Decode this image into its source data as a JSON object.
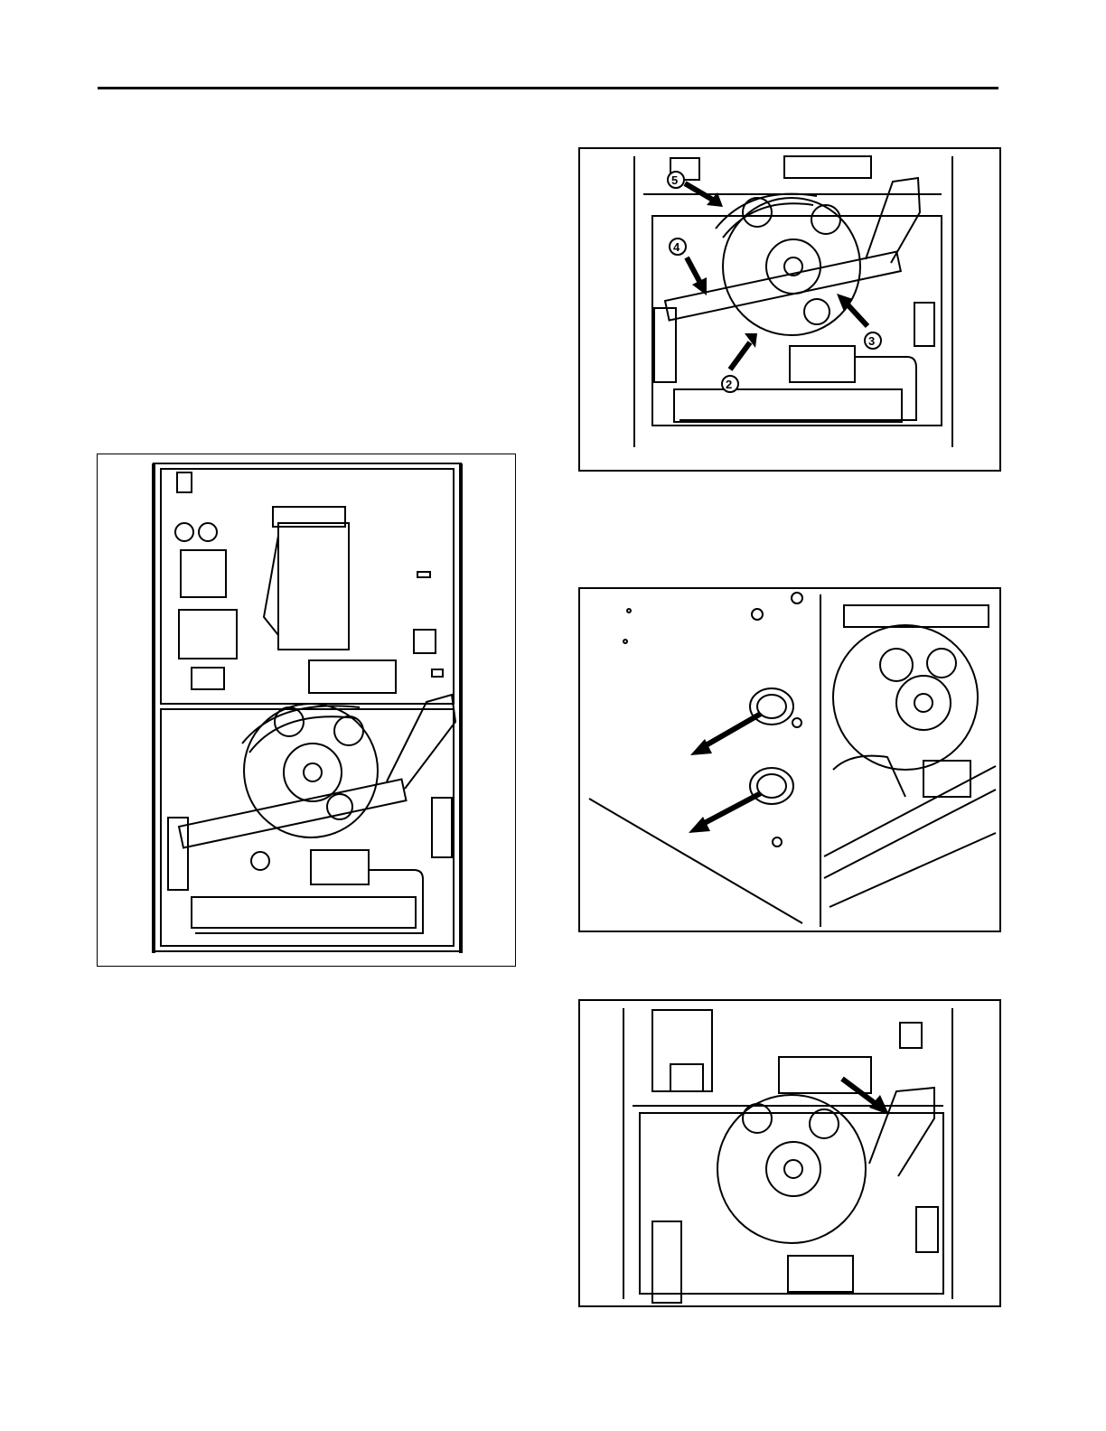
{
  "callouts": [
    "2",
    "3",
    "4",
    "5"
  ],
  "colors": {
    "line": "#000000",
    "paper": "#ffffff",
    "shade": "#d9d9d9"
  },
  "icons": [
    "arrow-icon",
    "arrow-icon",
    "arrow-icon",
    "arrow-icon",
    "arrow-icon",
    "arrow-icon",
    "arrow-icon"
  ]
}
